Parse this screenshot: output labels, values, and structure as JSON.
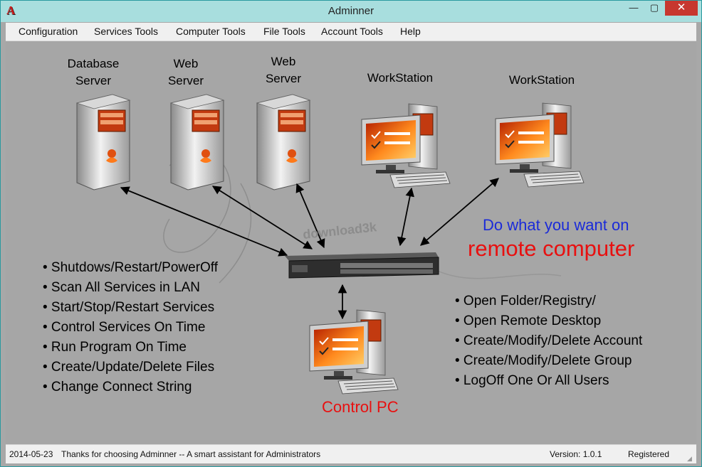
{
  "window": {
    "title": "Adminner",
    "app_icon_glyph": "A",
    "minimize_glyph": "—",
    "maximize_glyph": "▢",
    "close_glyph": "✕"
  },
  "menu": [
    {
      "label": "Configuration"
    },
    {
      "label": "Services Tools"
    },
    {
      "label": "Computer Tools"
    },
    {
      "label": "File Tools"
    },
    {
      "label": "Account Tools"
    },
    {
      "label": "Help"
    }
  ],
  "diagram": {
    "nodes": [
      {
        "label_line1": "Database",
        "label_line2": "Server",
        "kind": "server"
      },
      {
        "label_line1": "Web",
        "label_line2": "Server",
        "kind": "server"
      },
      {
        "label_line1": "Web",
        "label_line2": "Server",
        "kind": "server"
      },
      {
        "label_line1": "WorkStation",
        "label_line2": "",
        "kind": "workstation"
      },
      {
        "label_line1": "WorkStation",
        "label_line2": "",
        "kind": "workstation"
      }
    ],
    "control_pc_label": "Control PC",
    "tagline_line1": "Do what you want on",
    "tagline_line2": "remote computer",
    "watermark_text": "download3k"
  },
  "features_left": [
    "• Shutdows/Restart/PowerOff",
    "• Scan All Services in LAN",
    "• Start/Stop/Restart Services",
    "• Control Services On Time",
    "• Run Program On Time",
    "• Create/Update/Delete Files",
    "• Change Connect String"
  ],
  "features_right": [
    "• Open Folder/Registry/",
    "• Open Remote Desktop",
    "• Create/Modify/Delete Account",
    "• Create/Modify/Delete Group",
    "• LogOff One Or All Users"
  ],
  "status": {
    "date": "2014-05-23",
    "message": "Thanks for choosing Adminner -- A smart assistant for Administrators",
    "version": "Version: 1.0.1",
    "registration": "Registered"
  },
  "colors": {
    "title_bar": "#a8dede",
    "canvas": "#a6a6a6",
    "tagline_blue": "#1b2bd8",
    "accent_red": "#e81010",
    "close_button": "#c7372f"
  }
}
